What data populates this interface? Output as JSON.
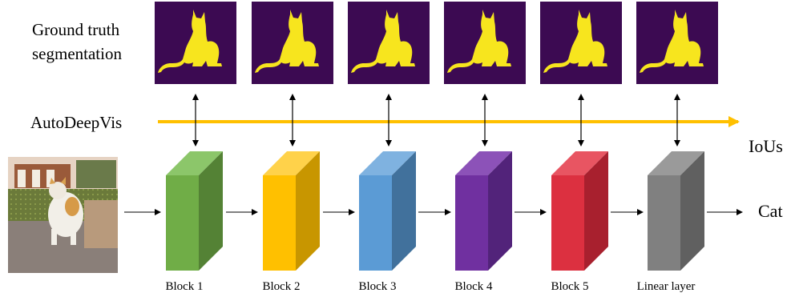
{
  "labels": {
    "ground_truth": "Ground truth",
    "segmentation": "segmentation",
    "autodeepvis": "AutoDeepVis",
    "ious": "IoUs",
    "output": "Cat"
  },
  "blocks": [
    {
      "label": "Block 1",
      "front": "#70ad47",
      "side": "#548235",
      "top": "#8cc66a"
    },
    {
      "label": "Block 2",
      "front": "#ffc000",
      "side": "#c89600",
      "top": "#ffd24a"
    },
    {
      "label": "Block 3",
      "front": "#5b9bd5",
      "side": "#41719c",
      "top": "#7fb2e0"
    },
    {
      "label": "Block 4",
      "front": "#7030a0",
      "side": "#52237a",
      "top": "#8c52b8"
    },
    {
      "label": "Block 5",
      "front": "#dc3040",
      "side": "#a8202e",
      "top": "#e85562"
    },
    {
      "label": "Linear layer",
      "front": "#808080",
      "side": "#606060",
      "top": "#9a9a9a"
    }
  ],
  "colors": {
    "mask_bg": "#3c0a52",
    "mask_fg": "#f7e51e",
    "iou_line": "#ffc000"
  }
}
